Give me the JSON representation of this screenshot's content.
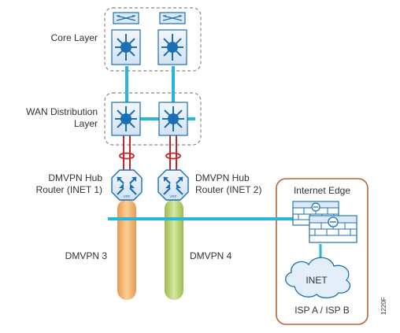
{
  "labels": {
    "core_layer": "Core Layer",
    "wan_dist_line1": "WAN Distribution",
    "wan_dist_line2": "Layer",
    "hub1_line1": "DMVPN Hub",
    "hub1_line2": "Router (INET 1)",
    "hub2_line1": "DMVPN Hub",
    "hub2_line2": "Router (INET 2)",
    "dmvpn3": "DMVPN 3",
    "dmvpn4": "DMVPN 4",
    "internet_edge": "Internet Edge",
    "inet": "INET",
    "isp": "ISP A / ISP B",
    "figure_id": "1220F",
    "vrf_tag": "VRF"
  },
  "colors": {
    "link": "#29b6d8",
    "device_blue": "#1a6fb5",
    "device_light": "#dce9f6",
    "group_border": "#888888",
    "internet_edge_border": "#b5653b",
    "channel_red": "#c0262c",
    "tunnel_orange": "#f7b267",
    "tunnel_green": "#b5d16a"
  },
  "icons": {
    "core_switch": "multilayer-switch-icon",
    "distribution_switch": "multilayer-switch-icon",
    "hub_router": "router-icon",
    "firewall": "firewall-icon",
    "cloud": "cloud-icon"
  }
}
